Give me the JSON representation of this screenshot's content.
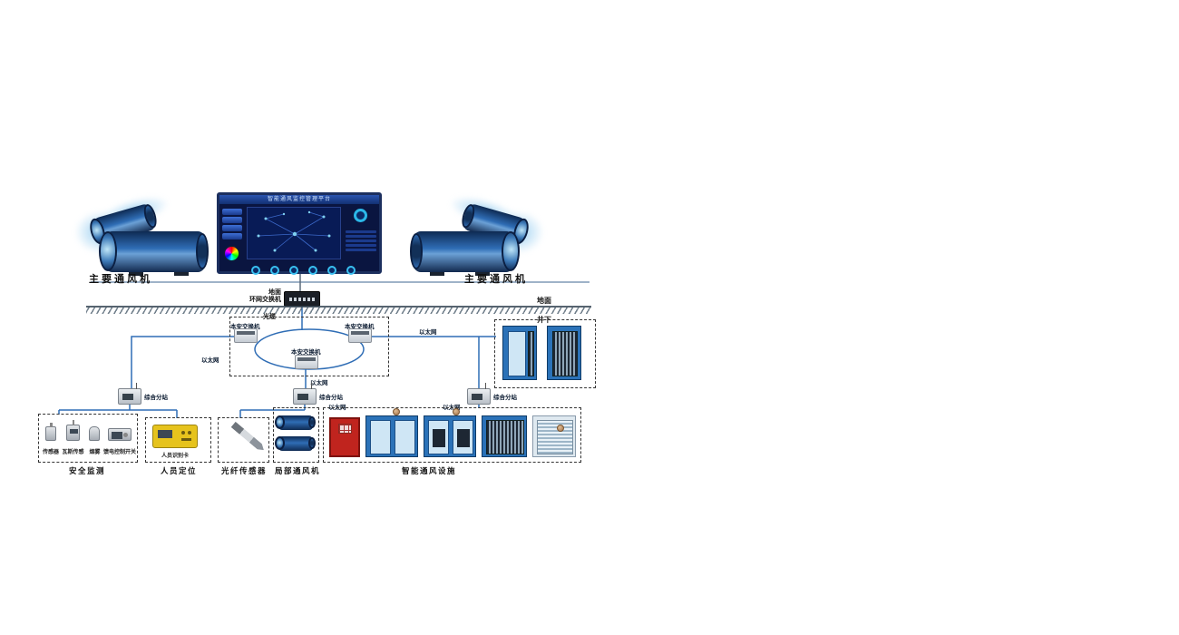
{
  "monitor": {
    "title": "智能通风监控管理平台"
  },
  "fans": {
    "left_label": "主要通风机",
    "right_label": "主要通风机"
  },
  "surface": {
    "switch_name_line1": "地面",
    "switch_name_line2": "环网交换机",
    "cable_label": "光缆",
    "ground_label": "地面",
    "underground_label": "井下"
  },
  "ring": {
    "switches": [
      "本安交换机",
      "本安交换机",
      "本安交换机"
    ]
  },
  "ethernet_labels": [
    "以太网",
    "以太网",
    "以太网",
    "以太网",
    "以太网"
  ],
  "substation_labels": [
    "综合分站",
    "综合分站",
    "综合分站"
  ],
  "groups": {
    "safety": {
      "title": "安全监测",
      "device_labels": [
        "传感器",
        "瓦斯传感",
        "烟雾",
        "馈电控制开关"
      ]
    },
    "personnel": {
      "title": "人员定位",
      "card_label": "人员识别卡"
    },
    "fiber": {
      "title": "光纤传感器"
    },
    "local_fan": {
      "title": "局部通风机"
    },
    "smart_vent": {
      "title": "智能通风设施"
    }
  }
}
